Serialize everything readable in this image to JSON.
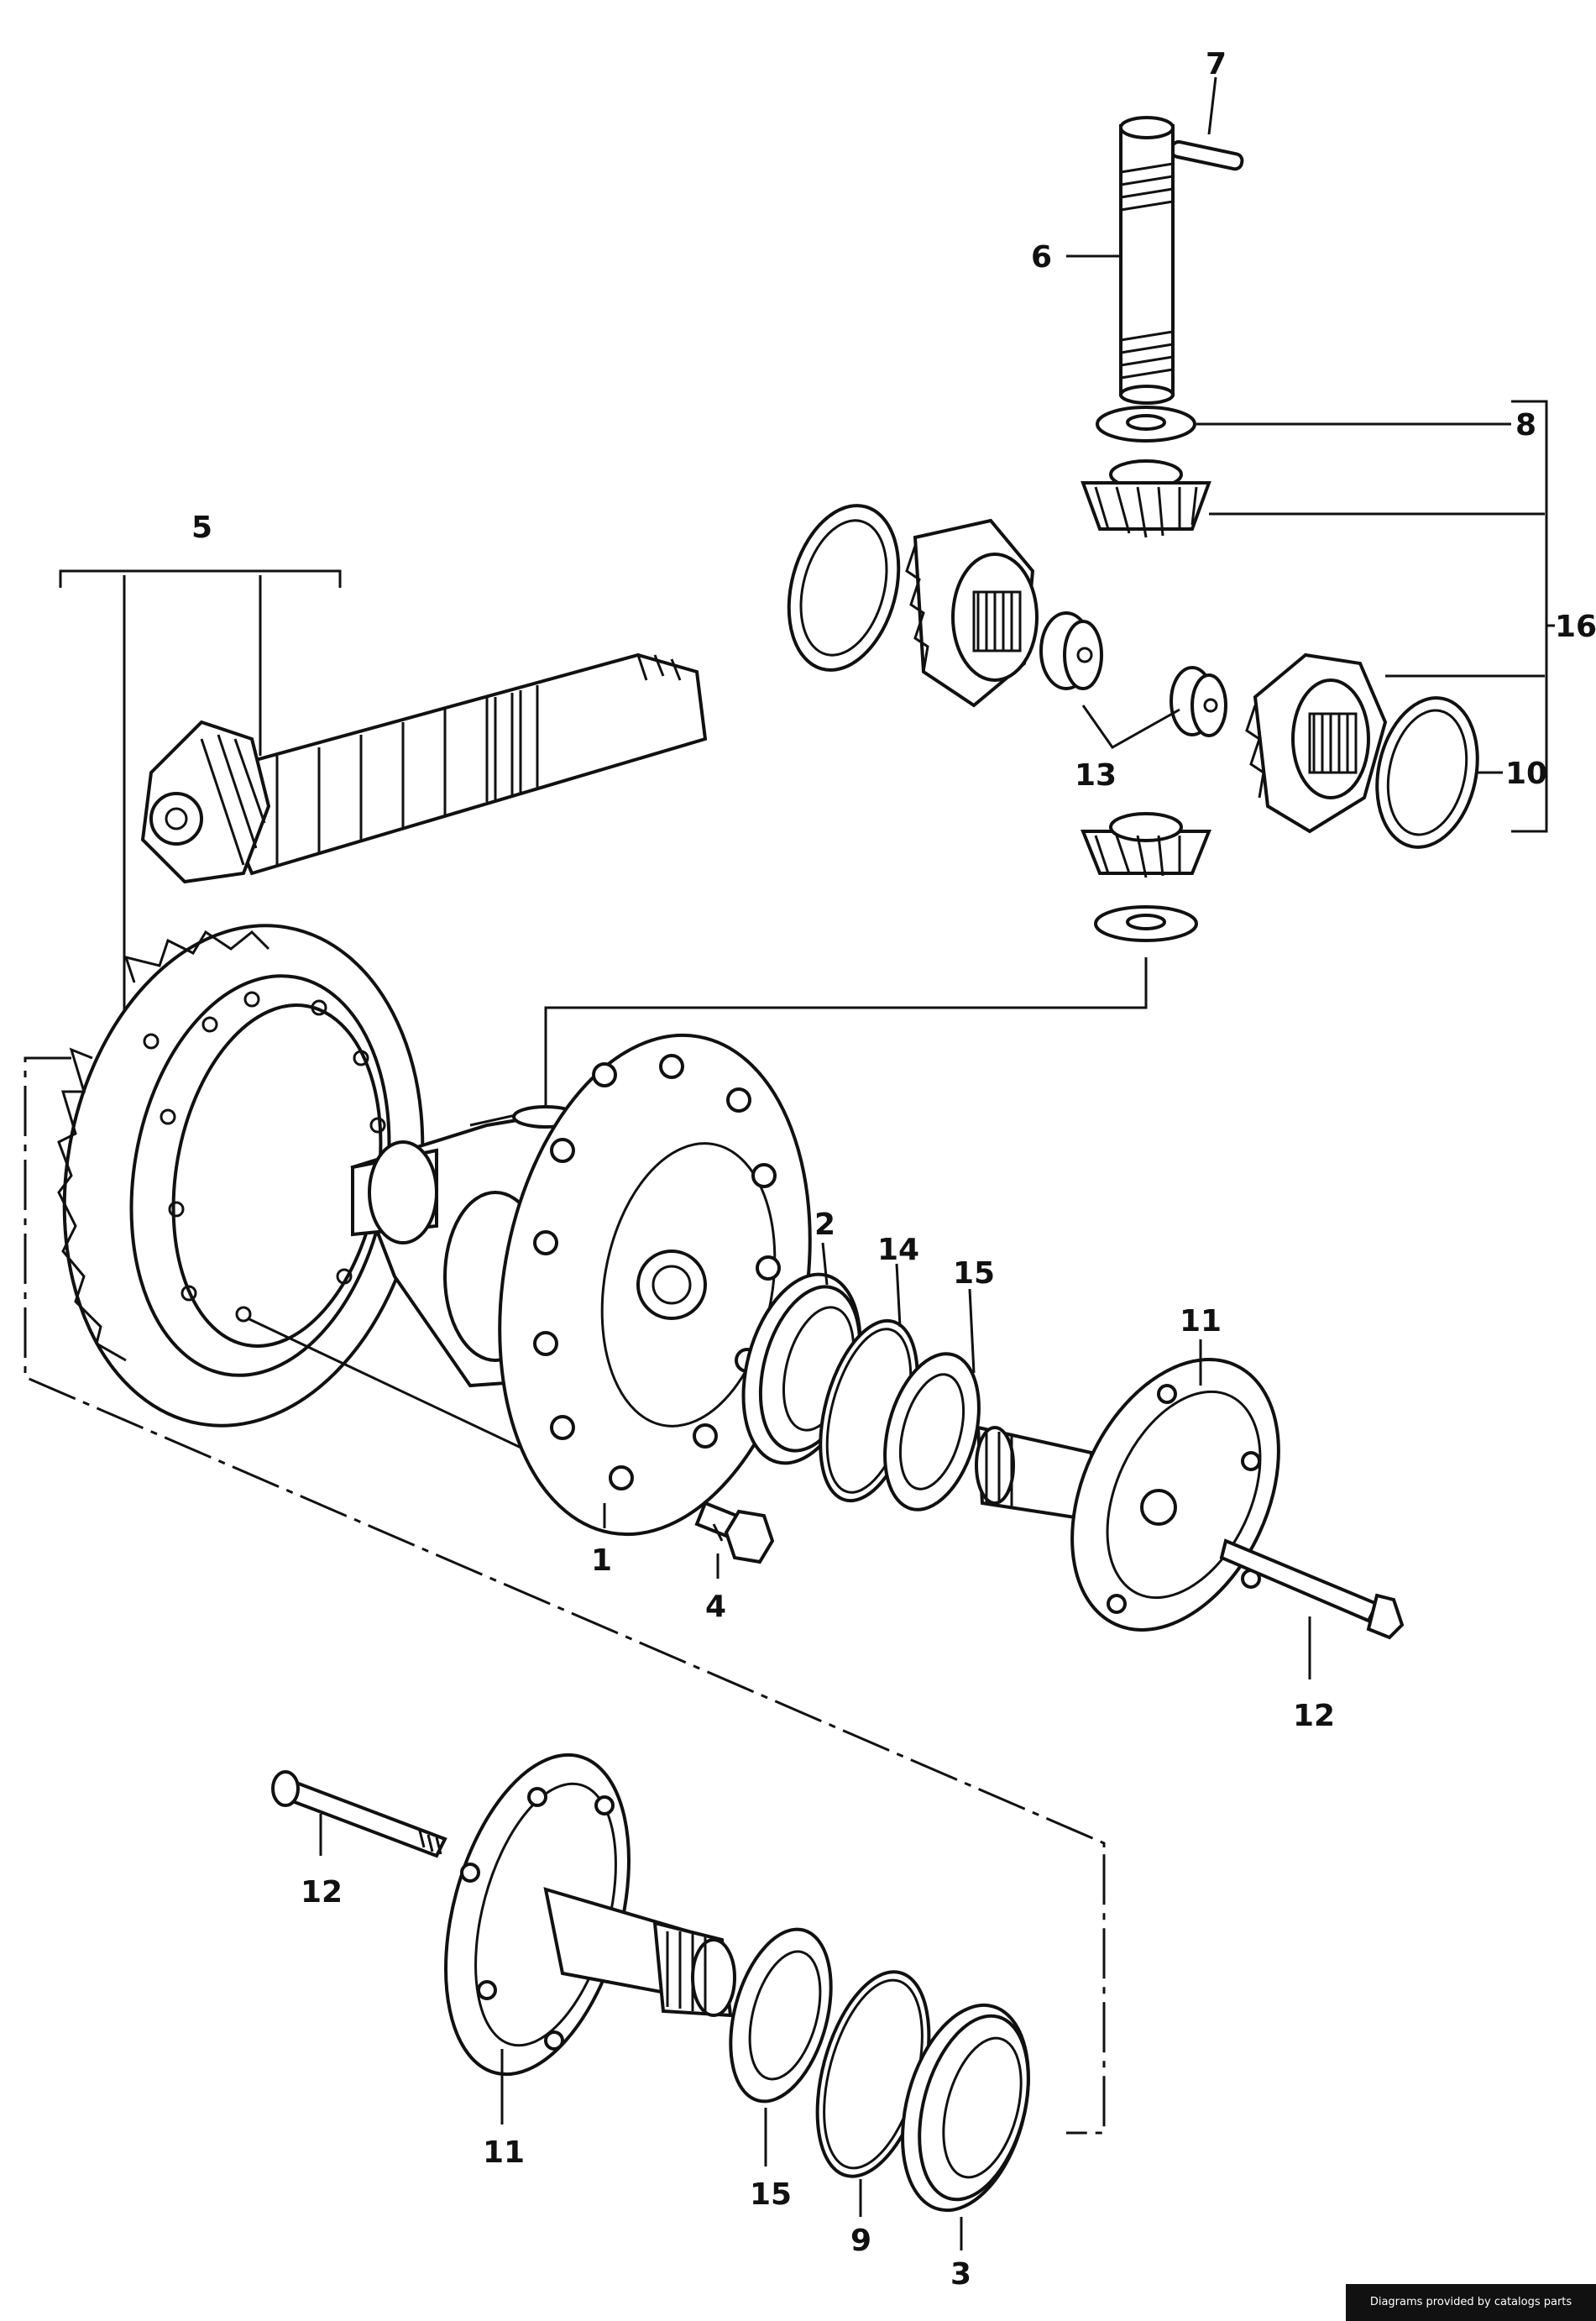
{
  "callouts": {
    "c1": "1",
    "c2": "2",
    "c3": "3",
    "c4": "4",
    "c5": "5",
    "c6": "6",
    "c7": "7",
    "c8": "8",
    "c9": "9",
    "c10": "10",
    "c11a": "11",
    "c11b": "11",
    "c12a": "12",
    "c12b": "12",
    "c13": "13",
    "c14": "14",
    "c15a": "15",
    "c15b": "15",
    "c16": "16"
  },
  "credit": "Diagrams provided by catalogs parts"
}
